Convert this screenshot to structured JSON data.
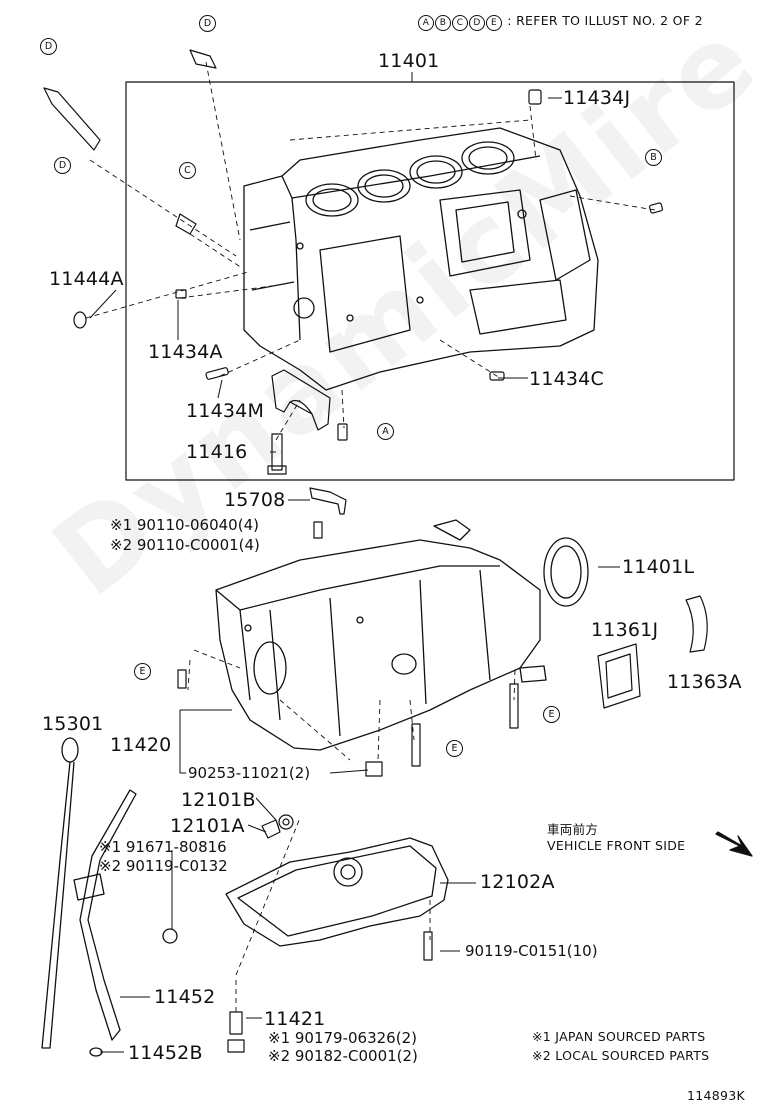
{
  "header": {
    "refer_letters": [
      "A",
      "B",
      "C",
      "D",
      "E"
    ],
    "refer_text": ": REFER TO ILLUST NO. 2 OF 2"
  },
  "parts": {
    "p11401": "11401",
    "p11434J": "11434J",
    "p11444A": "11444A",
    "p11434A": "11434A",
    "p11434C": "11434C",
    "p11434M": "11434M",
    "p11416": "11416",
    "p15708": "15708",
    "p90110_06040": "※1 90110-06040(4)",
    "p90110_C0001": "※2 90110-C0001(4)",
    "p11401L": "11401L",
    "p11361J": "11361J",
    "p11363A": "11363A",
    "p15301": "15301",
    "p11420": "11420",
    "p90253": "90253-11021(2)",
    "p12101B": "12101B",
    "p12101A": "12101A",
    "p91671": "※1 91671-80816",
    "p90119_C0132": "※2 90119-C0132",
    "p12102A": "12102A",
    "p90119_C0151": "90119-C0151(10)",
    "p11452": "11452",
    "p11421": "11421",
    "p90179": "※1 90179-06326(2)",
    "p90182": "※2 90182-C0001(2)",
    "p11452B": "11452B"
  },
  "callouts": {
    "D_top": "D",
    "D_left1": "D",
    "D_left2": "D",
    "C": "C",
    "B": "B",
    "A": "A",
    "E_left": "E",
    "E_right": "E",
    "E_mid": "E"
  },
  "direction": {
    "jp": "車両前方",
    "en": "VEHICLE FRONT SIDE"
  },
  "notes": {
    "n1": "※1 JAPAN SOURCED PARTS",
    "n2": "※2 LOCAL SOURCED PARTS"
  },
  "illustration_id": "114893K",
  "watermark": "DynamicMire.ru"
}
